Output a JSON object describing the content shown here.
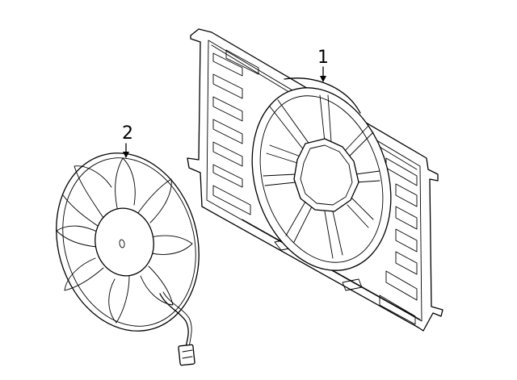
{
  "diagram": {
    "callouts": [
      {
        "number": "1",
        "part": "fan-shroud"
      },
      {
        "number": "2",
        "part": "fan-blade-motor-assembly"
      }
    ]
  }
}
